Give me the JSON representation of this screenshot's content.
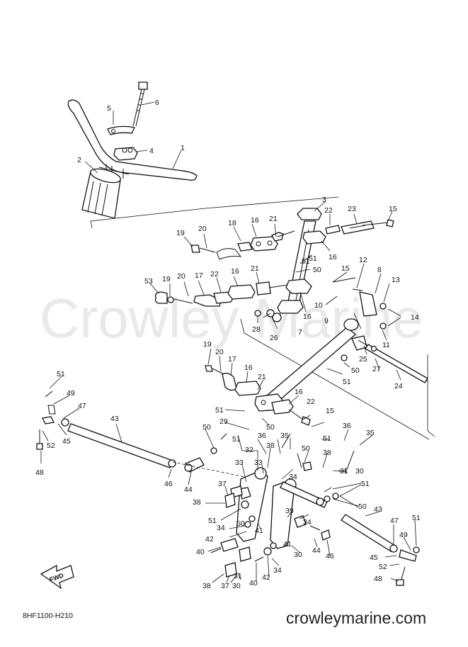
{
  "watermark": "Crowley Marine",
  "diagram_code": "8HF1100-H210",
  "website": "crowleymarine.com",
  "fwd_label": "FWD",
  "callouts": [
    {
      "id": "c1",
      "text": "1"
    },
    {
      "id": "c2",
      "text": "2"
    },
    {
      "id": "c3",
      "text": "3"
    },
    {
      "id": "c4",
      "text": "4"
    },
    {
      "id": "c5",
      "text": "5"
    },
    {
      "id": "c6",
      "text": "6"
    },
    {
      "id": "c7",
      "text": "7"
    },
    {
      "id": "c8",
      "text": "8"
    },
    {
      "id": "c9",
      "text": "9"
    },
    {
      "id": "c10",
      "text": "10"
    },
    {
      "id": "c11",
      "text": "11"
    },
    {
      "id": "c12",
      "text": "12"
    },
    {
      "id": "c13",
      "text": "13"
    },
    {
      "id": "c14",
      "text": "14"
    },
    {
      "id": "c15a",
      "text": "15"
    },
    {
      "id": "c15b",
      "text": "15"
    },
    {
      "id": "c15c",
      "text": "15"
    },
    {
      "id": "c16a",
      "text": "16"
    },
    {
      "id": "c16b",
      "text": "16"
    },
    {
      "id": "c16c",
      "text": "16"
    },
    {
      "id": "c16d",
      "text": "16"
    },
    {
      "id": "c16e",
      "text": "16"
    },
    {
      "id": "c16f",
      "text": "16"
    },
    {
      "id": "c17a",
      "text": "17"
    },
    {
      "id": "c17b",
      "text": "17"
    },
    {
      "id": "c18",
      "text": "18"
    },
    {
      "id": "c19a",
      "text": "19"
    },
    {
      "id": "c19b",
      "text": "19"
    },
    {
      "id": "c19c",
      "text": "19"
    },
    {
      "id": "c20a",
      "text": "20"
    },
    {
      "id": "c20b",
      "text": "20"
    },
    {
      "id": "c20c",
      "text": "20"
    },
    {
      "id": "c21a",
      "text": "21"
    },
    {
      "id": "c21b",
      "text": "21"
    },
    {
      "id": "c21c",
      "text": "21"
    },
    {
      "id": "c22a",
      "text": "22"
    },
    {
      "id": "c22b",
      "text": "22"
    },
    {
      "id": "c22c",
      "text": "22"
    },
    {
      "id": "c23",
      "text": "23"
    },
    {
      "id": "c24",
      "text": "24"
    },
    {
      "id": "c25",
      "text": "25"
    },
    {
      "id": "c26",
      "text": "26"
    },
    {
      "id": "c27",
      "text": "27"
    },
    {
      "id": "c28",
      "text": "28"
    },
    {
      "id": "c29",
      "text": "29"
    },
    {
      "id": "c30a",
      "text": "30"
    },
    {
      "id": "c30b",
      "text": "30"
    },
    {
      "id": "c30c",
      "text": "30"
    },
    {
      "id": "c31a",
      "text": "31"
    },
    {
      "id": "c31b",
      "text": "31"
    },
    {
      "id": "c32",
      "text": "32"
    },
    {
      "id": "c33a",
      "text": "33"
    },
    {
      "id": "c33b",
      "text": "33"
    },
    {
      "id": "c34a",
      "text": "34"
    },
    {
      "id": "c34b",
      "text": "34"
    },
    {
      "id": "c34c",
      "text": "34"
    },
    {
      "id": "c34d",
      "text": "34"
    },
    {
      "id": "c35a",
      "text": "35"
    },
    {
      "id": "c35b",
      "text": "35"
    },
    {
      "id": "c36a",
      "text": "36"
    },
    {
      "id": "c36b",
      "text": "36"
    },
    {
      "id": "c37a",
      "text": "37"
    },
    {
      "id": "c37b",
      "text": "37"
    },
    {
      "id": "c38a",
      "text": "38"
    },
    {
      "id": "c38b",
      "text": "38"
    },
    {
      "id": "c38c",
      "text": "38"
    },
    {
      "id": "c38d",
      "text": "38"
    },
    {
      "id": "c39",
      "text": "39"
    },
    {
      "id": "c40a",
      "text": "40"
    },
    {
      "id": "c40b",
      "text": "40"
    },
    {
      "id": "c41a",
      "text": "41"
    },
    {
      "id": "c41b",
      "text": "41"
    },
    {
      "id": "c42a",
      "text": "42"
    },
    {
      "id": "c42b",
      "text": "42"
    },
    {
      "id": "c43a",
      "text": "43"
    },
    {
      "id": "c43b",
      "text": "43"
    },
    {
      "id": "c44a",
      "text": "44"
    },
    {
      "id": "c44b",
      "text": "44"
    },
    {
      "id": "c45a",
      "text": "45"
    },
    {
      "id": "c45b",
      "text": "45"
    },
    {
      "id": "c46a",
      "text": "46"
    },
    {
      "id": "c46b",
      "text": "46"
    },
    {
      "id": "c47a",
      "text": "47"
    },
    {
      "id": "c47b",
      "text": "47"
    },
    {
      "id": "c48a",
      "text": "48"
    },
    {
      "id": "c48b",
      "text": "48"
    },
    {
      "id": "c49a",
      "text": "49"
    },
    {
      "id": "c49b",
      "text": "49"
    },
    {
      "id": "c50a",
      "text": "50"
    },
    {
      "id": "c50b",
      "text": "50"
    },
    {
      "id": "c50c",
      "text": "50"
    },
    {
      "id": "c50d",
      "text": "50"
    },
    {
      "id": "c50e",
      "text": "50"
    },
    {
      "id": "c50f",
      "text": "50"
    },
    {
      "id": "c50g",
      "text": "50"
    },
    {
      "id": "c51a",
      "text": "51"
    },
    {
      "id": "c51b",
      "text": "51"
    },
    {
      "id": "c51c",
      "text": "51"
    },
    {
      "id": "c51d",
      "text": "51"
    },
    {
      "id": "c51e",
      "text": "51"
    },
    {
      "id": "c51f",
      "text": "51"
    },
    {
      "id": "c51g",
      "text": "51"
    },
    {
      "id": "c51h",
      "text": "51"
    },
    {
      "id": "c51i",
      "text": "51"
    },
    {
      "id": "c51j",
      "text": "51"
    },
    {
      "id": "c52a",
      "text": "52"
    },
    {
      "id": "c52b",
      "text": "52"
    },
    {
      "id": "c53",
      "text": "53"
    }
  ]
}
